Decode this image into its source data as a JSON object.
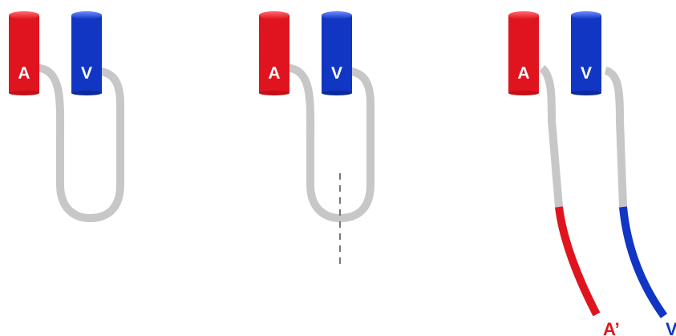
{
  "colors": {
    "arterial": "#e0141e",
    "venous": "#1136c4",
    "tube": "#c7c7c9",
    "cut_line": "#777777"
  },
  "panels": [
    {
      "cap_a": {
        "label": "A"
      },
      "cap_v": {
        "label": "V"
      }
    },
    {
      "cap_a": {
        "label": "A"
      },
      "cap_v": {
        "label": "V"
      }
    },
    {
      "cap_a": {
        "label": "A"
      },
      "cap_v": {
        "label": "V"
      },
      "end_a": {
        "label": "A’"
      },
      "end_v": {
        "label": "V’"
      }
    }
  ]
}
